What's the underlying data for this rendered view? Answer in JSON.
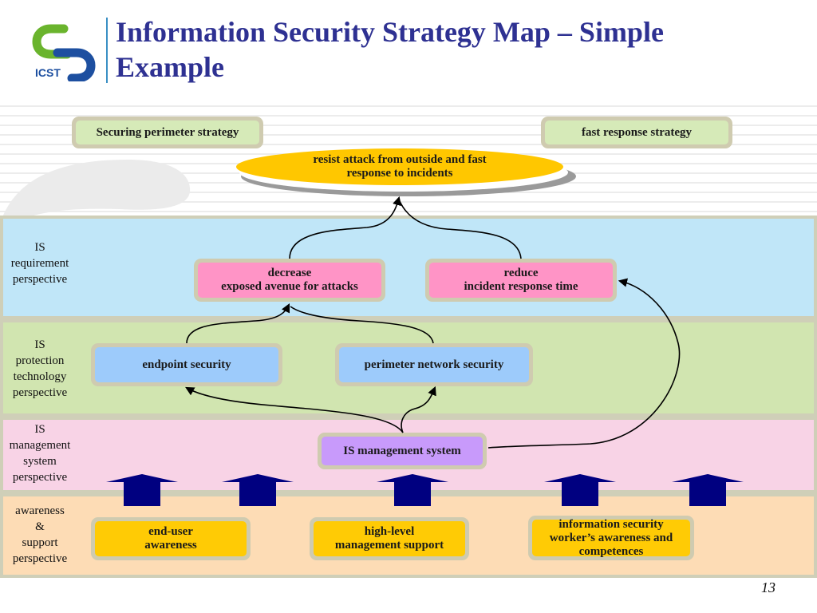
{
  "header": {
    "logo_text": "ICST",
    "title": "Information Security Strategy Map – Simple Example"
  },
  "strategies": {
    "left": "Securing  perimeter strategy",
    "right": "fast response strategy"
  },
  "goal": {
    "line1": "resist attack from outside and fast",
    "line2": "response to incidents"
  },
  "perspectives": {
    "requirement": {
      "label": [
        "IS",
        "requirement",
        "perspective"
      ]
    },
    "protection": {
      "label": [
        "IS",
        "protection",
        "technology",
        "perspective"
      ]
    },
    "management": {
      "label": [
        "IS",
        "management",
        "system",
        "perspective"
      ]
    },
    "awareness": {
      "label": [
        "awareness",
        "&",
        "support",
        "perspective"
      ]
    }
  },
  "nodes": {
    "decrease": {
      "line1": "decrease",
      "line2": "exposed avenue for attacks"
    },
    "reduce": {
      "line1": "reduce",
      "line2": "incident response time"
    },
    "endpoint": "endpoint security",
    "perimeter": "perimeter network security",
    "ismgmt": "IS management system",
    "enduser": {
      "line1": "end-user",
      "line2": "awareness"
    },
    "highlevel": {
      "line1": "high-level",
      "line2": "management  support"
    },
    "worker": {
      "line1": "information security",
      "line2": "worker’s awareness and",
      "line3": "competences"
    }
  },
  "colors": {
    "title": "#2e3192",
    "requirement_band": "#c0e6f8",
    "protection_band": "#d1e5b0",
    "management_band": "#f8d3e6",
    "awareness_band": "#fddcb5",
    "goal_ellipse": "#ffc700",
    "up_arrow": "#000080"
  },
  "page_number": "13"
}
